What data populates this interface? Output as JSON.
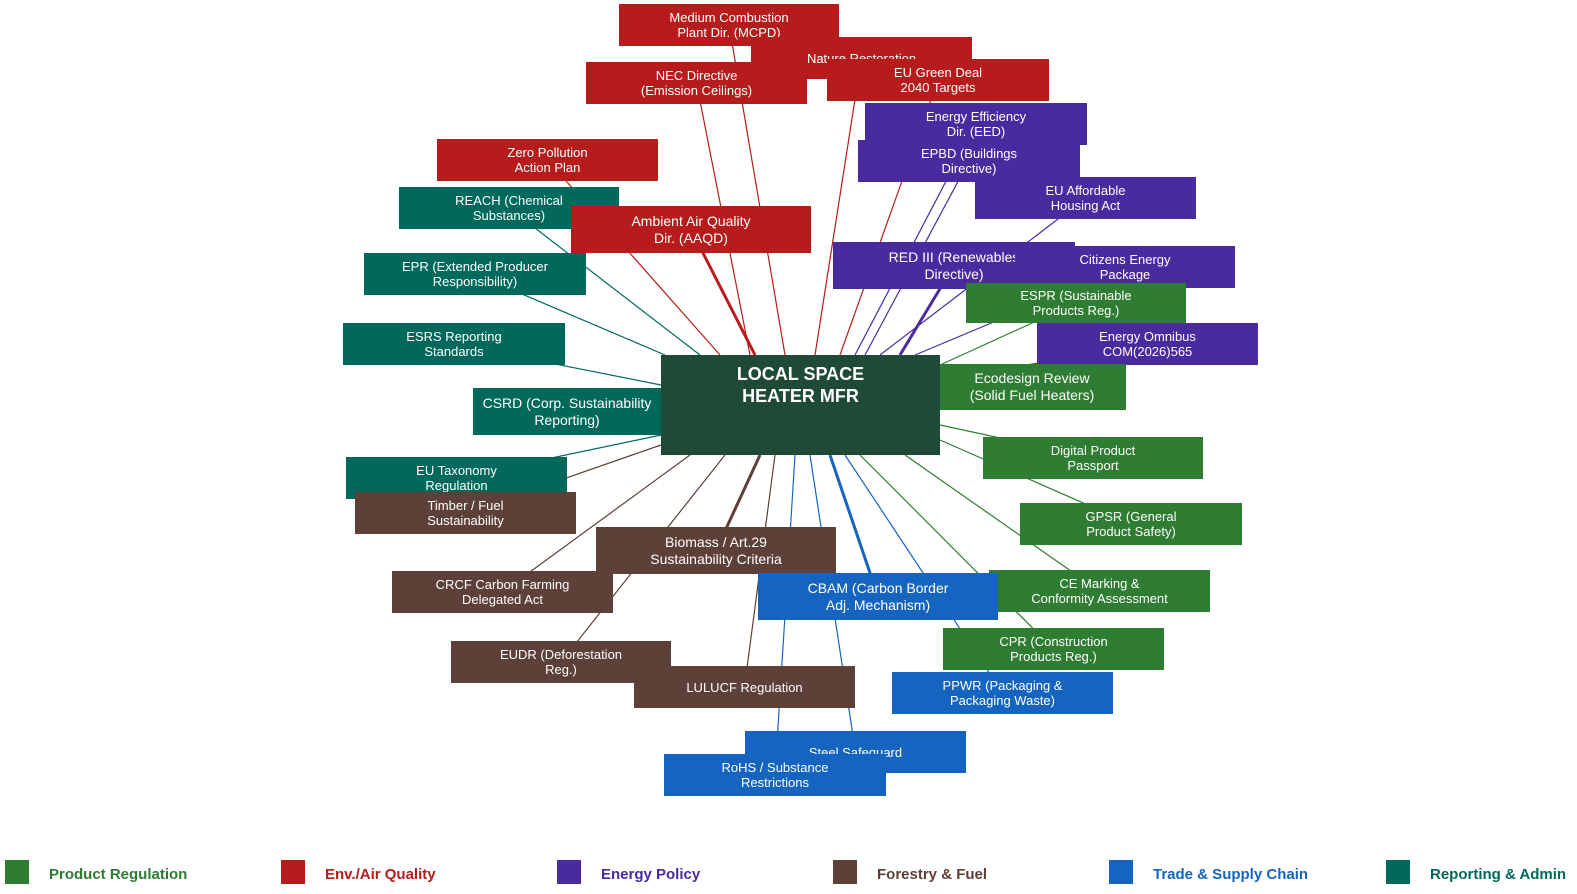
{
  "center": {
    "label": "LOCAL SPACE\nHEATER MFR"
  },
  "colors": {
    "product": "#2e7d32",
    "env": "#b71c1c",
    "energy": "#4a2a9f",
    "forestry": "#5d4037",
    "trade": "#1565c0",
    "reporting": "#00695c"
  },
  "nodes": [
    {
      "label": "Medium Combustion\nPlant Dir. (MCPD)",
      "category": "env"
    },
    {
      "label": "Nature Restoration",
      "category": "env"
    },
    {
      "label": "NEC Directive\n(Emission Ceilings)",
      "category": "env"
    },
    {
      "label": "EU Green Deal\n2040 Targets",
      "category": "env"
    },
    {
      "label": "Energy Efficiency\nDir. (EED)",
      "category": "energy"
    },
    {
      "label": "EPBD (Buildings\nDirective)",
      "category": "energy"
    },
    {
      "label": "Zero Pollution\nAction Plan",
      "category": "env"
    },
    {
      "label": "EU Affordable\nHousing Act",
      "category": "energy"
    },
    {
      "label": "REACH (Chemical\nSubstances)",
      "category": "reporting"
    },
    {
      "label": "Ambient Air Quality\nDir. (AAQD)",
      "category": "env"
    },
    {
      "label": "RED III (Renewables\nDirective)",
      "category": "energy"
    },
    {
      "label": "Citizens Energy\nPackage",
      "category": "energy"
    },
    {
      "label": "EPR (Extended Producer\nResponsibility)",
      "category": "reporting"
    },
    {
      "label": "ESPR (Sustainable\nProducts Reg.)",
      "category": "product"
    },
    {
      "label": "ESRS Reporting\nStandards",
      "category": "reporting"
    },
    {
      "label": "Energy Omnibus\nCOM(2026)565",
      "category": "energy"
    },
    {
      "label": "Ecodesign Review\n(Solid Fuel Heaters)",
      "category": "product"
    },
    {
      "label": "CSRD (Corp. Sustainability\nReporting)",
      "category": "reporting"
    },
    {
      "label": "Digital Product\nPassport",
      "category": "product"
    },
    {
      "label": "EU Taxonomy\nRegulation",
      "category": "reporting"
    },
    {
      "label": "Timber / Fuel\nSustainability",
      "category": "forestry"
    },
    {
      "label": "GPSR (General\nProduct Safety)",
      "category": "product"
    },
    {
      "label": "Biomass / Art.29\nSustainability Criteria",
      "category": "forestry"
    },
    {
      "label": "CRCF Carbon Farming\nDelegated Act",
      "category": "forestry"
    },
    {
      "label": "CE Marking &\nConformity Assessment",
      "category": "product"
    },
    {
      "label": "CBAM (Carbon Border\nAdj. Mechanism)",
      "category": "trade"
    },
    {
      "label": "CPR (Construction\nProducts Reg.)",
      "category": "product"
    },
    {
      "label": "EUDR (Deforestation\nReg.)",
      "category": "forestry"
    },
    {
      "label": "PPWR (Packaging &\nPackaging Waste)",
      "category": "trade"
    },
    {
      "label": "LULUCF Regulation",
      "category": "forestry"
    },
    {
      "label": "Steel Safeguard",
      "category": "trade"
    },
    {
      "label": "RoHS / Substance\nRestrictions",
      "category": "trade"
    }
  ],
  "legend": [
    {
      "label": "Product Regulation",
      "category": "product"
    },
    {
      "label": "Env./Air Quality",
      "category": "env"
    },
    {
      "label": "Energy Policy",
      "category": "energy"
    },
    {
      "label": "Forestry & Fuel",
      "category": "forestry"
    },
    {
      "label": "Trade & Supply Chain",
      "category": "trade"
    },
    {
      "label": "Reporting & Admin",
      "category": "reporting"
    }
  ]
}
